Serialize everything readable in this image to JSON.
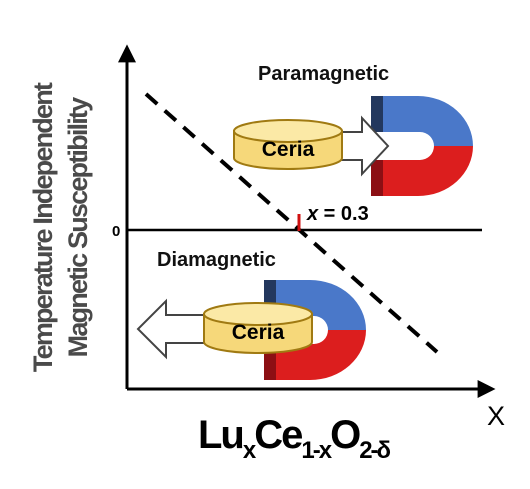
{
  "y_axis": {
    "line1": "Temperature Independent",
    "line2": "Magnetic Susceptibility",
    "zero_label": "0"
  },
  "x_axis": {
    "end_label": "X",
    "formula": {
      "lu": "Lu",
      "sub_x1": "x",
      "ce": "Ce",
      "sub_1mx": "1-x",
      "o": "O",
      "sub_2md": "2-δ"
    }
  },
  "regions": {
    "upper": "Paramagnetic",
    "lower": "Diamagnetic"
  },
  "crossing": {
    "x_var": "x",
    "x_value": " = 0.3"
  },
  "samples": {
    "upper_label": "Ceria",
    "lower_label": "Ceria"
  },
  "colors": {
    "ceria_fill": "#f6d87a",
    "ceria_top": "#fbe9a6",
    "ceria_stroke": "#a07a12",
    "magnet_blue": "#4a78c9",
    "magnet_blue_dark": "#23385e",
    "magnet_red": "#dc1e1e",
    "magnet_red_dark": "#8c0f14",
    "marker_red": "#d01010",
    "axis": "#000000",
    "y_label": "#4a4a4a"
  },
  "icons": [
    "magnet-icon",
    "ceria-cylinder-icon",
    "hollow-arrow-icon"
  ]
}
